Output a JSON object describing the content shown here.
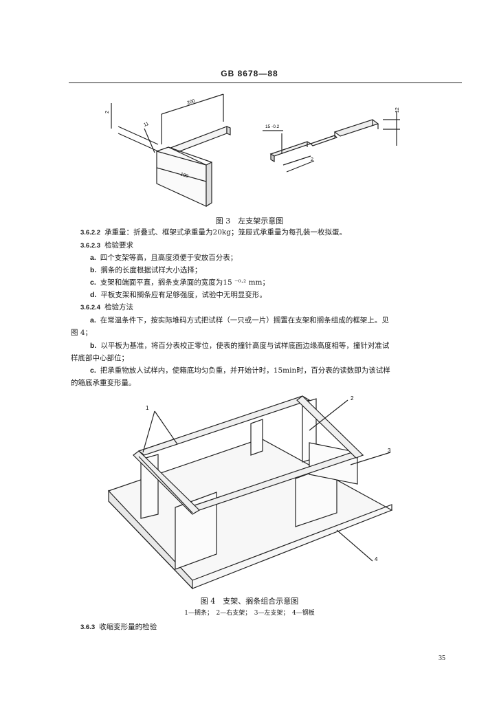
{
  "header": "GB 8678—88",
  "figure3": {
    "caption": "图 3　左支架示意图",
    "left_dims": {
      "top": "200",
      "side": "2",
      "mid": "11",
      "front": "100"
    },
    "right_dims": {
      "tol": "15 -0.2",
      "height": "12",
      "depth": "2"
    }
  },
  "section": {
    "p1": {
      "num": "3.6.2.2",
      "text": "承重量：折叠式、框架式承重量为20kg；笼屉式承重量为每孔装一枚拟蛋。"
    },
    "p2": {
      "num": "3.6.2.3",
      "text": "检验要求"
    },
    "items": [
      {
        "label": "a.",
        "text": "四个支架等高，且高度须便于安放百分表；"
      },
      {
        "label": "b.",
        "text": "搁条的长度根据试样大小选择；"
      },
      {
        "label": "c.",
        "text": "支架和端面平直，搁条支承面的宽度为15 ⁻⁰·² mm；"
      },
      {
        "label": "d.",
        "text": "平板支架和搁条应有足够强度，试验中无明显变形。"
      }
    ],
    "p3": {
      "num": "3.6.2.4",
      "text": "检验方法"
    },
    "method_a_line1": "在常温条件下，按实际堆码方式把试样（一只或一片）搁置在支架和搁条组成的框架上。见",
    "method_a_line2": "图 4；",
    "method_b_line1": "以平板为基准，将百分表校正零位，使表的撞针高度与试样底面边缘高度相等，撞针对准试",
    "method_b_line2": "样底部中心部位；",
    "method_c_line1": "把承重物放人试样内，使箱底均匀负重，并开始计时，15min时，百分表的读数即为该试样",
    "method_c_line2": "的箱底承重变形量。",
    "method_labels": [
      "a.",
      "b.",
      "c."
    ]
  },
  "figure4": {
    "caption": "图 4　支架、搁条组合示意图",
    "legend": "1—搁条；　2—右支架；　3—左支架；　4—钢板",
    "callouts": [
      "1",
      "2",
      "3",
      "4"
    ]
  },
  "final": {
    "num": "3.6.3",
    "text": "收缩变形量的检验"
  },
  "page_number": "35"
}
